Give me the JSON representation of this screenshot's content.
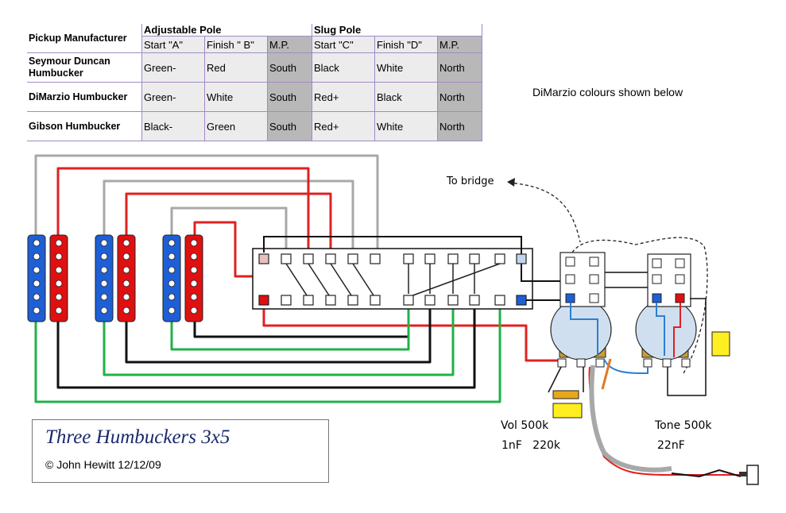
{
  "table": {
    "header_manufacturer": "Pickup Manufacturer",
    "group_adjustable": "Adjustable Pole",
    "group_slug": "Slug Pole",
    "col_start_a": "Start \"A\"",
    "col_finish_b": "Finish \" B\"",
    "col_mp_1": "M.P.",
    "col_start_c": "Start \"C\"",
    "col_finish_d": "Finish \"D\"",
    "col_mp_2": "M.P.",
    "rows": [
      {
        "maker": "Seymour Duncan Humbucker",
        "a": "Green-",
        "b": "Red",
        "mp1": "South",
        "c": "Black",
        "d": "White",
        "mp2": "North"
      },
      {
        "maker": "DiMarzio Humbucker",
        "a": "Green-",
        "b": "White",
        "mp1": "South",
        "c": "Red+",
        "d": "Black",
        "mp2": "North"
      },
      {
        "maker": "Gibson Humbucker",
        "a": "Black-",
        "b": "Green",
        "mp1": "South",
        "c": "Red+",
        "d": "White",
        "mp2": "North"
      }
    ]
  },
  "note": "DiMarzio colours shown below",
  "labels": {
    "to_bridge": "To bridge",
    "vol": "Vol 500k",
    "vol_parts": "1nF   220k",
    "tone": "Tone 500k",
    "tone_parts": "22nF"
  },
  "title": {
    "main": "Three Humbuckers 3x5",
    "copyright": "© John Hewitt 12/12/09"
  },
  "colors": {
    "coil_blue": "#1e5fd6",
    "coil_red": "#e01010",
    "wire_gray": "#a8a8a8",
    "wire_red": "#e02020",
    "wire_green": "#22b04a",
    "wire_black": "#111111",
    "wire_blue": "#2a7fd4",
    "pot_fill": "#cfdff0",
    "pot_base": "#c8a038",
    "cap_yellow": "#ffee22",
    "lug_orange": "#e07820",
    "title_blue": "#1a2a6c"
  }
}
